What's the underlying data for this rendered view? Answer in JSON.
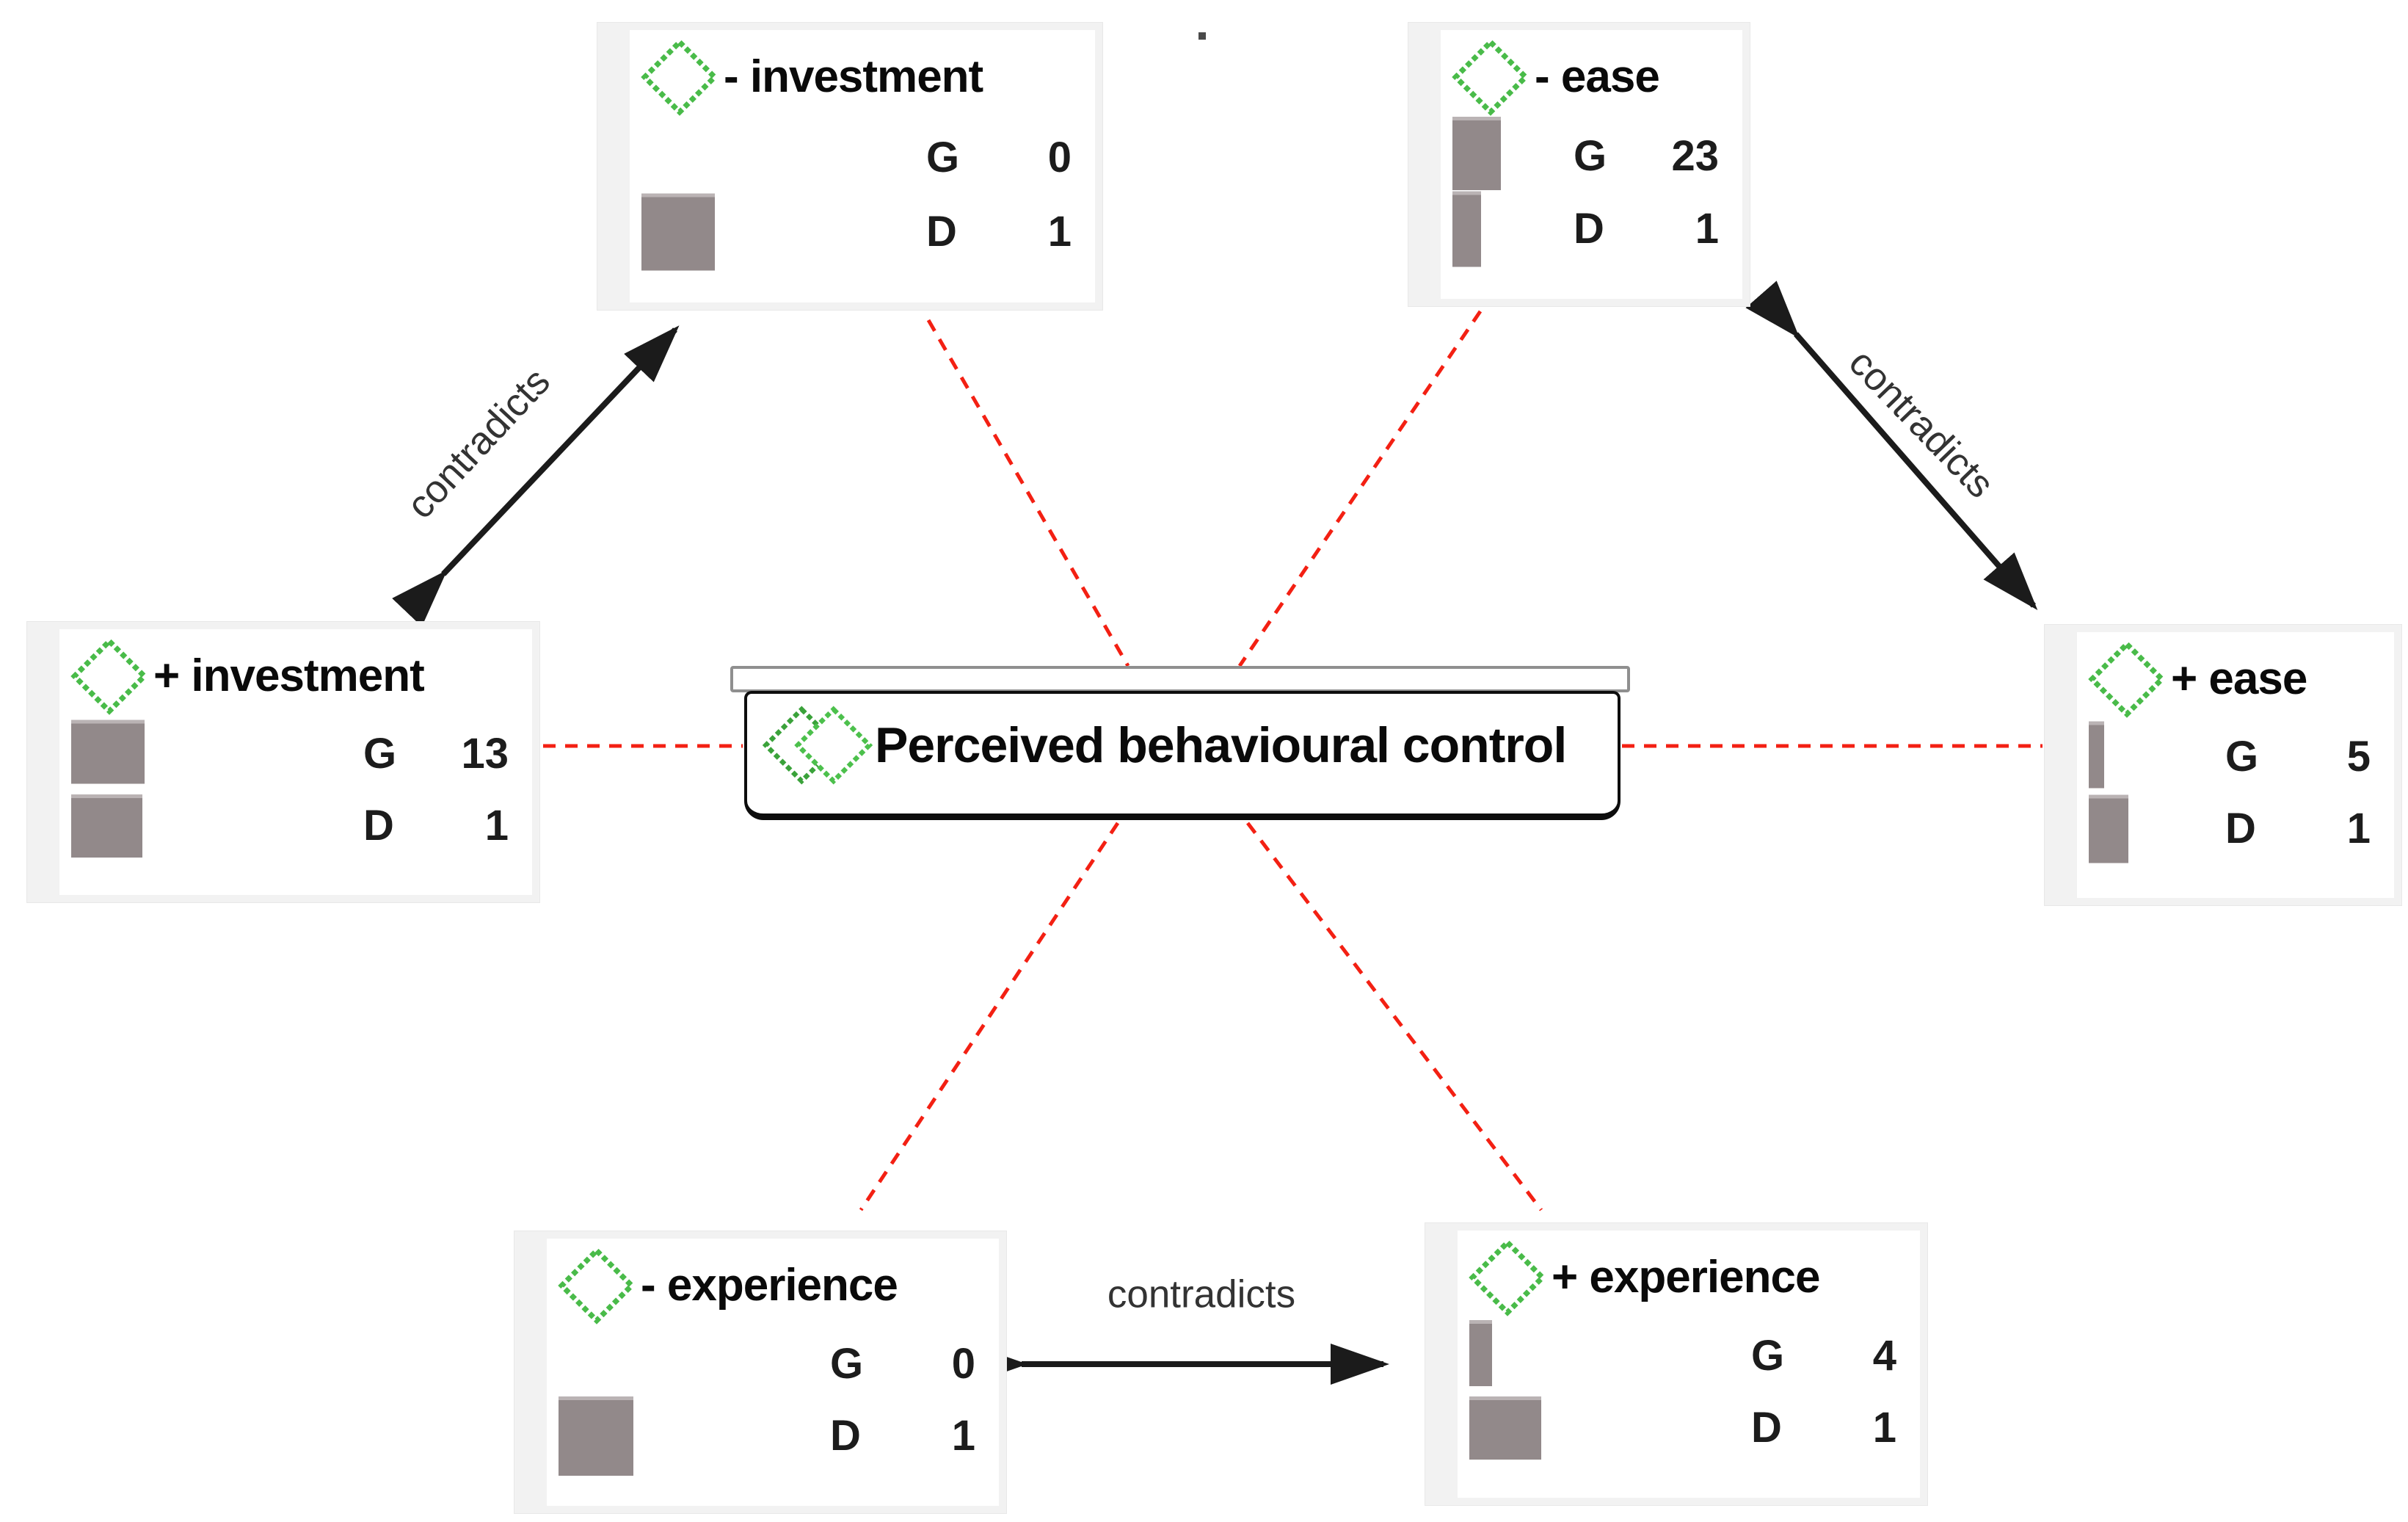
{
  "center_node": {
    "label": "Perceived behavioural control",
    "icon": "double-diamond-icon"
  },
  "nodes": [
    {
      "id": "neg-investment",
      "label": "- investment",
      "g_label": "G",
      "g_value": "0",
      "d_label": "D",
      "d_value": "1",
      "bars": {
        "g": [
          0,
          0
        ],
        "d": [
          100,
          105
        ]
      }
    },
    {
      "id": "neg-ease",
      "label": "- ease",
      "g_label": "G",
      "g_value": "23",
      "d_label": "D",
      "d_value": "1",
      "bars": {
        "g": [
          66,
          100
        ],
        "d": [
          39,
          103
        ]
      }
    },
    {
      "id": "pos-investment",
      "label": "+ investment",
      "g_label": "G",
      "g_value": "13",
      "d_label": "D",
      "d_value": "1",
      "bars": {
        "g": [
          100,
          87
        ],
        "d": [
          97,
          86
        ]
      }
    },
    {
      "id": "pos-ease",
      "label": "+ ease",
      "g_label": "G",
      "g_value": "5",
      "d_label": "D",
      "d_value": "1",
      "bars": {
        "g": [
          21,
          91
        ],
        "d": [
          54,
          93
        ]
      }
    },
    {
      "id": "neg-experience",
      "label": "- experience",
      "g_label": "G",
      "g_value": "0",
      "d_label": "D",
      "d_value": "1",
      "bars": {
        "g": [
          0,
          0
        ],
        "d": [
          102,
          108
        ]
      }
    },
    {
      "id": "pos-experience",
      "label": "+ experience",
      "g_label": "G",
      "g_value": "4",
      "d_label": "D",
      "d_value": "1",
      "bars": {
        "g": [
          31,
          90
        ],
        "d": [
          98,
          86
        ]
      }
    }
  ],
  "edges": [
    {
      "label": "contradicts",
      "between": [
        "- investment",
        "+ investment"
      ]
    },
    {
      "label": "contradicts",
      "between": [
        "- ease",
        "+ ease"
      ]
    },
    {
      "label": "contradicts",
      "between": [
        "- experience",
        "+ experience"
      ]
    }
  ],
  "links_from_center": [
    "- investment",
    "- ease",
    "+ investment",
    "+ ease",
    "- experience",
    "+ experience"
  ],
  "colors": {
    "diamond_green": "#49bb49",
    "bar_gray": "#92898a",
    "link_red": "#f32013",
    "arrow_black": "#1b1b1b",
    "node_bg": "#f2f2f2",
    "panel_bg": "#ffffff"
  }
}
